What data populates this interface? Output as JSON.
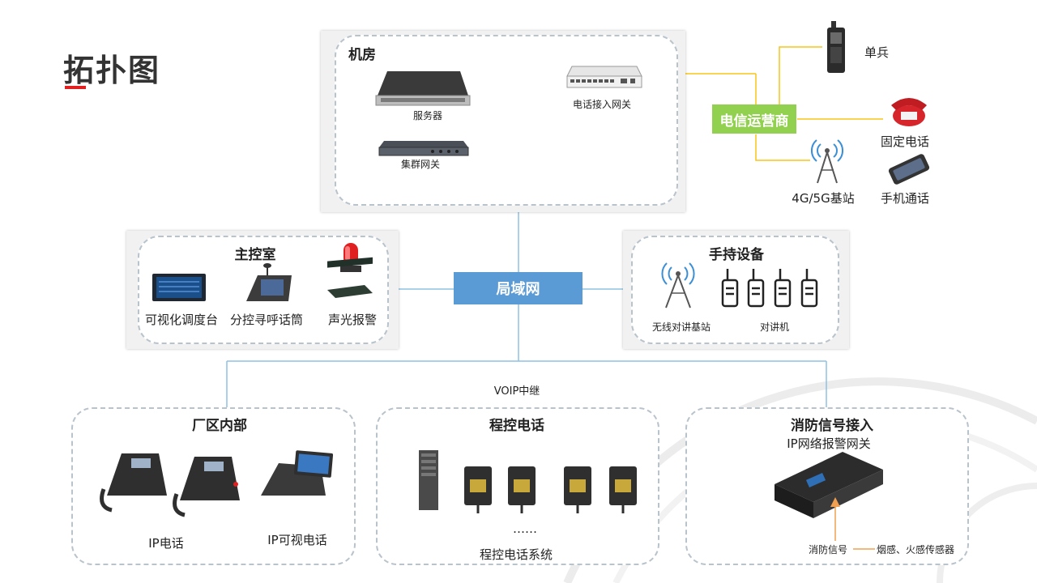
{
  "page_title": "拓扑图",
  "machine_room": {
    "title": "机房",
    "server": "服务器",
    "phone_gateway": "电话接入网关",
    "cluster_gateway": "集群网关"
  },
  "carrier": {
    "label": "电信运营商",
    "soldier": "单兵",
    "fixed_phone": "固定电话",
    "base_station": "4G/5G基站",
    "mobile_call": "手机通话"
  },
  "control_room": {
    "title": "主控室",
    "console": "可视化调度台",
    "paging": "分控寻呼话筒",
    "alarm": "声光报警"
  },
  "lan": {
    "label": "局域网"
  },
  "handheld": {
    "title": "手持设备",
    "radio_base": "无线对讲基站",
    "walkie": "对讲机"
  },
  "voip": {
    "label": "VOIP中继"
  },
  "factory": {
    "title": "厂区内部",
    "ip_phone": "IP电话",
    "ip_video_phone": "IP可视电话"
  },
  "pbx": {
    "title": "程控电话",
    "ellipsis": "……",
    "system": "程控电话系统"
  },
  "fire": {
    "title": "消防信号接入",
    "gateway": "IP网络报警网关",
    "signal": "消防信号",
    "sensors": "烟感、火感传感器"
  },
  "colors": {
    "lan_box": "#5b9bd5",
    "carrier_box": "#92d050",
    "carrier_line": "#f5c518",
    "lan_line": "#8fc1e3",
    "accent_red": "#e02020",
    "dash": "#b9c3cc"
  }
}
